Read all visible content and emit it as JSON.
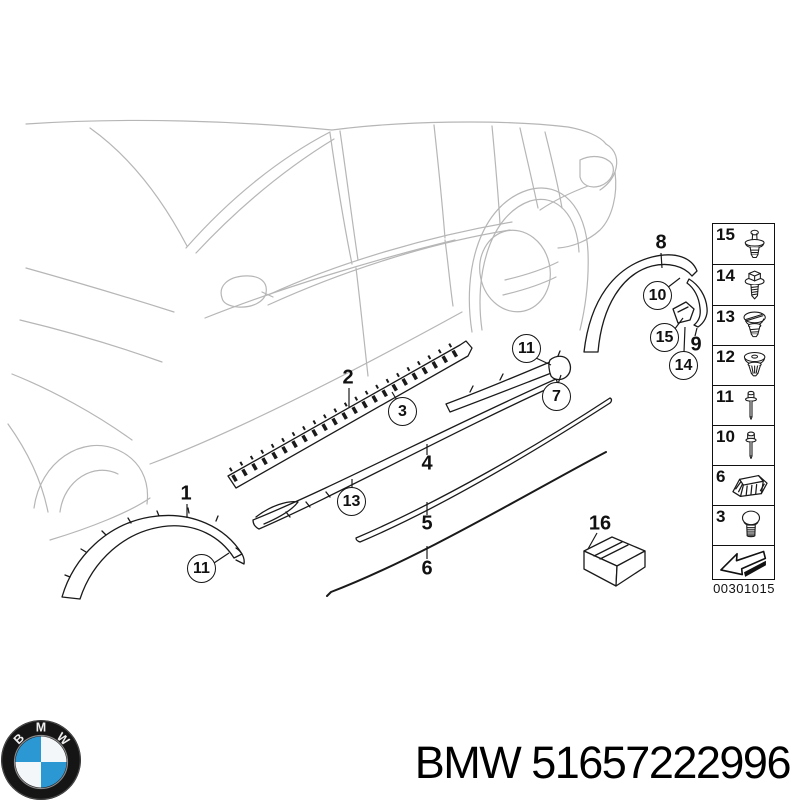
{
  "page": {
    "background": "#ffffff"
  },
  "diagram": {
    "number": "00301015",
    "colors": {
      "part_line": "#1a1a1a",
      "car_sketch": "#b6b6b6"
    },
    "part_labels": [
      {
        "label": "1"
      },
      {
        "label": "2"
      },
      {
        "label": "4"
      },
      {
        "label": "5"
      },
      {
        "label": "6"
      },
      {
        "label": "8"
      },
      {
        "label": "9"
      },
      {
        "label": "16"
      }
    ],
    "callouts": [
      {
        "label": "3"
      },
      {
        "label": "13"
      },
      {
        "label": "11"
      },
      {
        "label": "11"
      },
      {
        "label": "7"
      },
      {
        "label": "10"
      },
      {
        "label": "15"
      },
      {
        "label": "14"
      }
    ],
    "legend": {
      "rows": [
        {
          "number": "15",
          "icon": "expanding-rivet-icon"
        },
        {
          "number": "14",
          "icon": "washer-screw-icon"
        },
        {
          "number": "13",
          "icon": "slotted-clip-icon"
        },
        {
          "number": "12",
          "icon": "grommet-clip-icon"
        },
        {
          "number": "11",
          "icon": "blind-rivet-icon"
        },
        {
          "number": "10",
          "icon": "blind-rivet-icon"
        },
        {
          "number": "6",
          "icon": "support-pad-icon"
        },
        {
          "number": "3",
          "icon": "round-bolt-icon"
        },
        {
          "number": "",
          "icon": "direction-arrow-icon"
        }
      ]
    }
  },
  "footer": {
    "part_number_text": "BMW 51657222996",
    "logo": {
      "letters": [
        "B",
        "M",
        "W"
      ],
      "roundel_blue": "#2b97d3",
      "roundel_black": "#151515"
    }
  }
}
